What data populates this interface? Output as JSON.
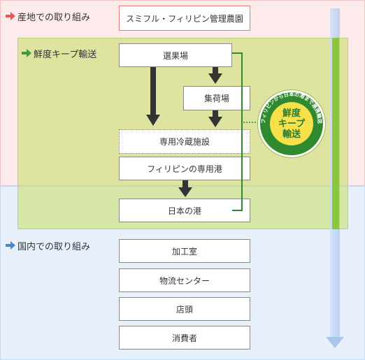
{
  "sections": {
    "origin_label": "産地での取り組み",
    "fresh_label": "鮮度キープ輸送",
    "domestic_label": "国内での取り組み"
  },
  "origin_box": "スミフル・フィリピン管理農園",
  "fresh_boxes": {
    "sorting": "選果場",
    "collection": "集荷場",
    "cold_storage": "専用冷蔵施設",
    "ph_port": "フィリピンの専用港",
    "jp_port": "日本の港"
  },
  "domestic_boxes": [
    "加工室",
    "物流センター",
    "店頭",
    "消費者"
  ],
  "badge": {
    "line1": "鮮度",
    "line2": "キープ",
    "line3": "輸送",
    "ring_text": "フィリピンから日本の港まで連携輸送"
  },
  "colors": {
    "origin_bg": "#fdeaea",
    "domestic_bg": "#e8f1fb",
    "fresh_bg": "#c4dc60",
    "green_bar": "#8cc63f",
    "badge_green": "#2f8a2f",
    "badge_yellow": "#f6e14a",
    "arrow_red": "#e05a5a",
    "arrow_green": "#3f9a3f",
    "arrow_blue": "#4b86c8",
    "flow_arrow": "#333333"
  }
}
